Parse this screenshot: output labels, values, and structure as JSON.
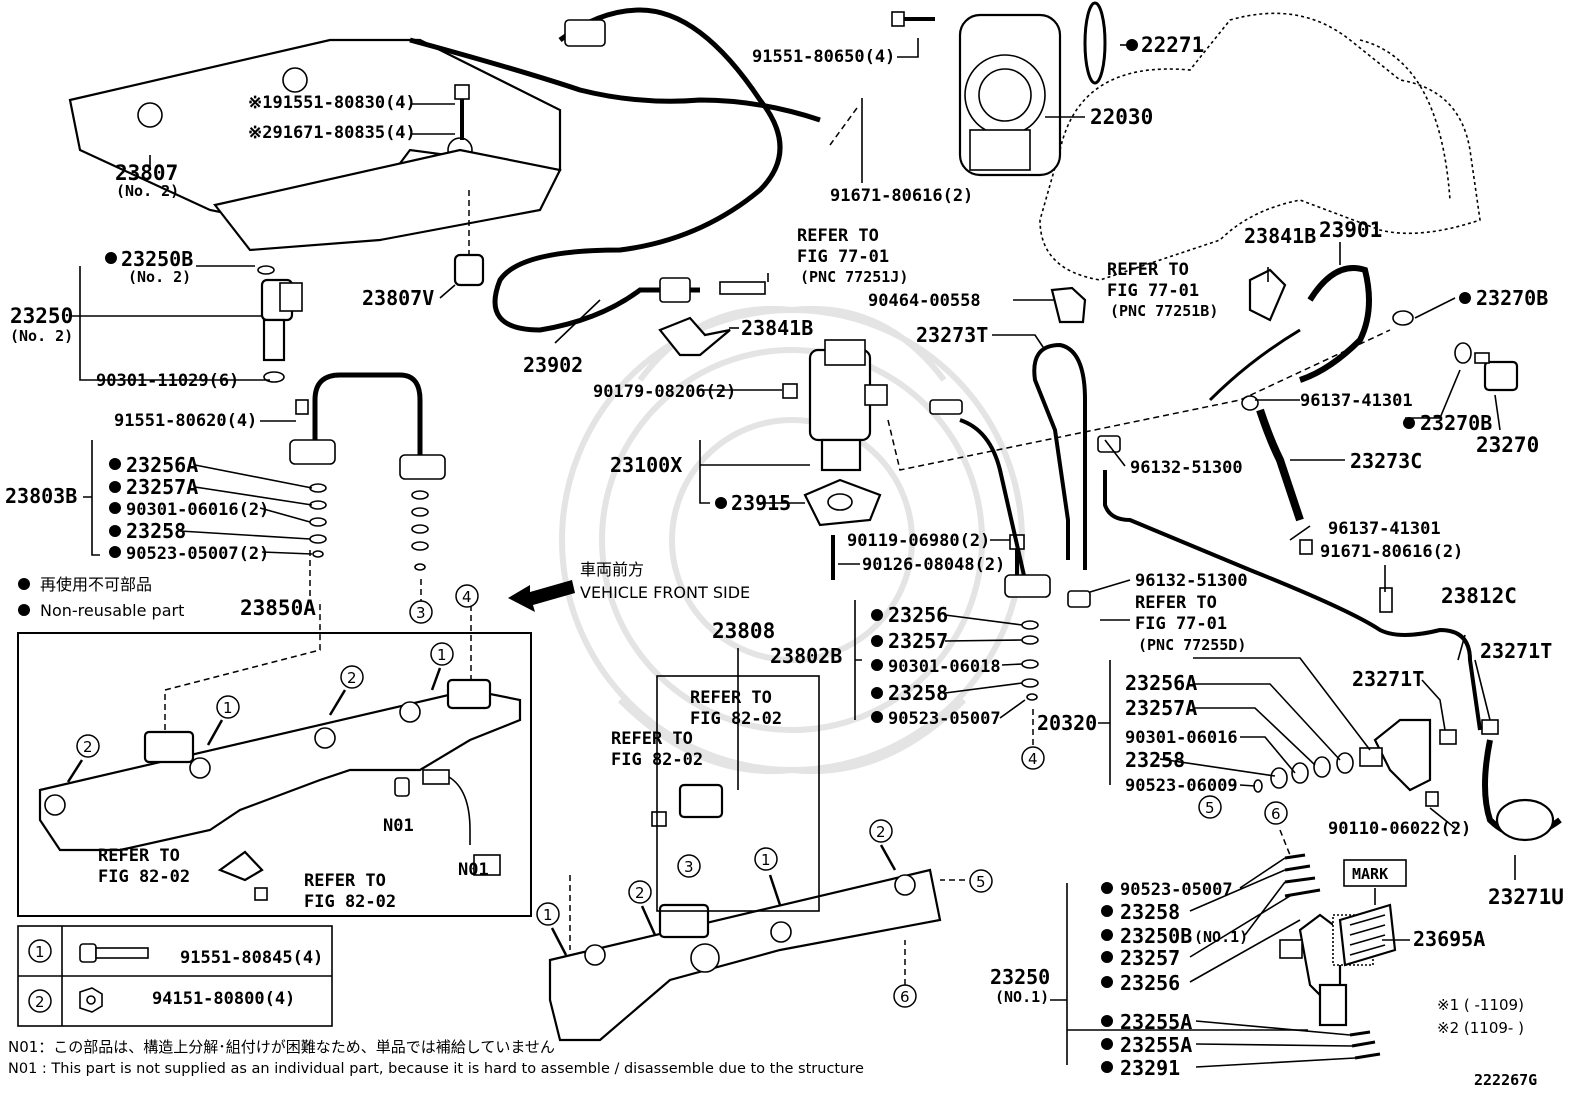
{
  "callouts": {
    "c91551_80650": "91551-80650(4)",
    "c22271": "22271",
    "c22030": "22030",
    "c91671_80616_top": "91671-80616(2)",
    "c91551_80830": "※191551-80830(4)",
    "c91671_80835": "※291671-80835(4)",
    "c23807": "23807",
    "c23807_sub": "(No. 2)",
    "c23250B_no2": "23250B",
    "c23250B_sub": "(No. 2)",
    "c23250_no2": "23250",
    "c23250_no2_sub": "(No. 2)",
    "c90301_11029": "90301-11029(6)",
    "c23807V": "23807V",
    "c23902": "23902",
    "c23841B_mid": "23841B",
    "c90464_00558": "90464-00558",
    "c23273T": "23273T",
    "c23841B_right": "23841B",
    "c23901": "23901",
    "c23270B_top": "23270B",
    "c23270B_bot": "23270B",
    "c23270": "23270",
    "c96137_41301_a": "96137-41301",
    "c96137_41301_b": "96137-41301",
    "c91671_80616_right": "91671-80616(2)",
    "c96132_51300_a": "96132-51300",
    "c96132_51300_b": "96132-51300",
    "c23273C": "23273C",
    "c90179_08206": "90179-08206(2)",
    "c23100X": "23100X",
    "c23915": "23915",
    "c90119_06980": "90119-06980(2)",
    "c90126_08048": "90126-08048(2)",
    "c91551_80620": "91551-80620(4)",
    "c23803B": "23803B",
    "c23256A_l": "23256A",
    "c23257A_l": "23257A",
    "c90301_06016_l": "90301-06016(2)",
    "c23258_l": "23258",
    "c90523_05007_l": "90523-05007(2)",
    "c23802B": "23802B",
    "c23256_m": "23256",
    "c23257_m": "23257",
    "c90301_06018": "90301-06018",
    "c23258_m": "23258",
    "c90523_05007_m": "90523-05007",
    "c20320": "20320",
    "c23256A_r": "23256A",
    "c23257A_r": "23257A",
    "c90301_06016_r": "90301-06016",
    "c23258_r": "23258",
    "c90523_06009": "90523-06009",
    "c23812C": "23812C",
    "c23271T_a": "23271T",
    "c23271T_b": "23271T",
    "c23271U": "23271U",
    "c90110_06022": "90110-06022(2)",
    "c23850A": "23850A",
    "c23808": "23808",
    "c23695A": "23695A",
    "mark": "MARK",
    "c90523_05007_b": "90523-05007",
    "c23258_b": "23258",
    "c23250B_no1": "23250B",
    "c23250B_no1_sub": "(NO.1)",
    "c23257_b": "23257",
    "c23256_b": "23256",
    "c23250_no1": "23250",
    "c23250_no1_sub": "(NO.1)",
    "c23255A_1": "23255A",
    "c23255A_2": "23255A",
    "c23291": "23291",
    "n01_a": "N01",
    "n01_b": "N01"
  },
  "refer": {
    "fig7701_a_1": "REFER TO",
    "fig7701_a_2": "FIG 77-01",
    "fig7701_a_3": "(PNC 77251J)",
    "fig7701_b_1": "REFER TO",
    "fig7701_b_2": "FIG 77-01",
    "fig7701_b_3": "(PNC 77251B)",
    "fig7701_c_1": "REFER TO",
    "fig7701_c_2": "FIG 77-01",
    "fig7701_c_3": "(PNC 77255D)",
    "fig8202_a_1": "REFER TO",
    "fig8202_a_2": "FIG 82-02",
    "fig8202_b_1": "REFER TO",
    "fig8202_b_2": "FIG 82-02",
    "fig8202_c_1": "REFER TO",
    "fig8202_c_2": "FIG 82-02",
    "fig8202_d_1": "REFER TO",
    "fig8202_d_2": "FIG 82-02"
  },
  "markers": [
    "1",
    "2",
    "3",
    "4",
    "5",
    "6"
  ],
  "vehicle_front": {
    "jp": "車両前方",
    "en": "VEHICLE FRONT SIDE"
  },
  "legend": {
    "nonreusable_jp": "再使用不可部品",
    "nonreusable_en": "Non-reusable part",
    "row1_num": "1",
    "row1_part": "91551-80845(4)",
    "row2_num": "2",
    "row2_part": "94151-80800(4)"
  },
  "footnotes": {
    "n01_jp": "N01：この部品は、構造上分解･組付けが困難なため、単品では補給していません",
    "n01_en": "N01 : This part is not supplied as an individual part, because it is hard to assemble / disassemble due to the structure",
    "note1": "※1 (    -1109)",
    "note2": "※2 (1109-    )"
  },
  "figure_id": "222267G"
}
